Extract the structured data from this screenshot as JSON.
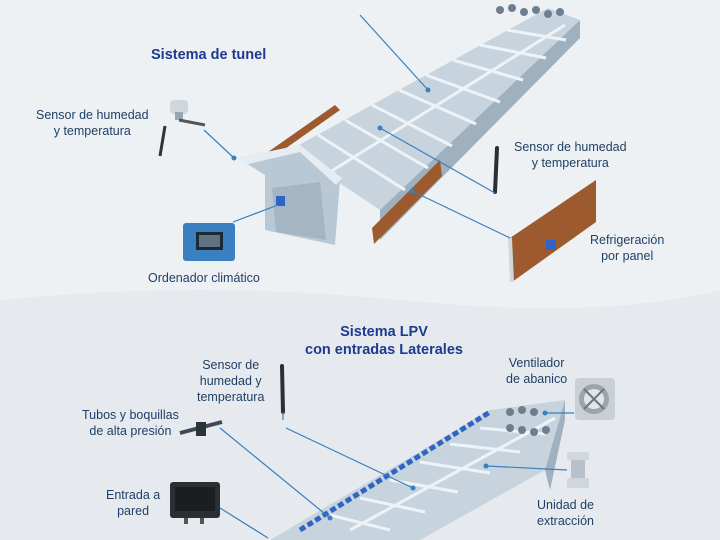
{
  "titles": {
    "tunnel": "Sistema de tunel",
    "lpv_line1": "Sistema LPV",
    "lpv_line2": "con entradas Laterales"
  },
  "labels": {
    "sensor_top_left": [
      "Sensor de humedad",
      "y temperatura"
    ],
    "sensor_top_right": [
      "Sensor de humedad",
      "y temperatura"
    ],
    "climate_computer": [
      "Ordenador climático"
    ],
    "panel_cooling": [
      "Refrigeración",
      "por panel"
    ],
    "sensor_lpv": [
      "Sensor de",
      "humedad y",
      "temperatura"
    ],
    "nozzles": [
      "Tubos y boquillas",
      "de alta presión"
    ],
    "fan": [
      "Ventilador",
      "de abanico"
    ],
    "wall_inlet": [
      "Entrada a",
      "pared"
    ],
    "exhaust_unit": [
      "Unidad de",
      "extracción"
    ]
  },
  "colors": {
    "label_text": "#1f3f66",
    "title_text": "#1d3a8f",
    "leader_line": "#3a7fbf",
    "barn_roof": "#d6e1ea",
    "barn_wall": "#aebfcc",
    "cooling_pad": "#9c5a2e",
    "inlet_blue": "#2f63c4"
  },
  "icons": [
    "humidity-sensor-icon",
    "climate-computer-icon",
    "cooling-panel-icon",
    "tunnel-barn-icon",
    "lpv-barn-icon",
    "fan-icon",
    "exhaust-unit-icon",
    "nozzle-tube-icon",
    "wall-inlet-icon"
  ]
}
